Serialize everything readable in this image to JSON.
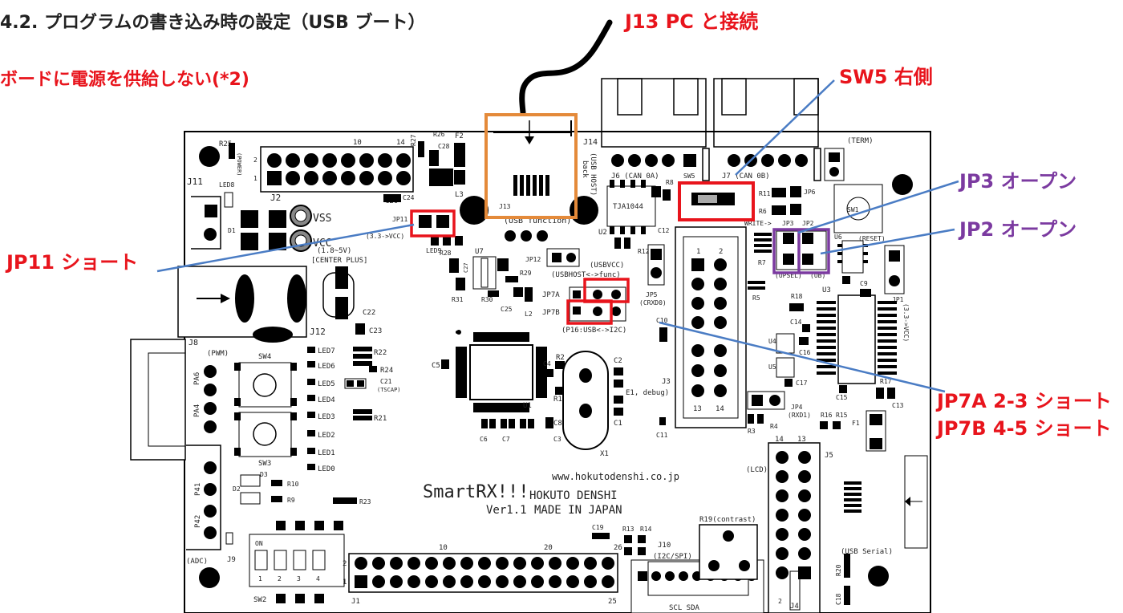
{
  "header": {
    "section_title": "4.2. プログラムの書き込み時の設定（USB ブート）",
    "power_note": "ボードに電源を供給しない(*2)"
  },
  "annotations": {
    "j13": "J13 PC と接続",
    "sw5": "SW5 右側",
    "jp3": "JP3 オープン",
    "jp2": "JP2 オープン",
    "jp11": "JP11 ショート",
    "jp7a": "JP7A 2-3 ショート",
    "jp7b": "JP7B 4-5 ショート"
  },
  "colors": {
    "title_text": "#222222",
    "annotation_red": "#e8141c",
    "leader_blue": "#4a7cc4",
    "highlight_orange": "#e48a3a",
    "highlight_purple": "#7b3aa0",
    "highlight_red": "#e8141c",
    "board_line": "#000000"
  },
  "board": {
    "product": "SmartRX!!!",
    "version": "Ver1.1",
    "maker": "HOKUTO DENSHI",
    "origin": "MADE IN JAPAN",
    "url": "www.hokutodenshi.co.jp",
    "labels": {
      "j11": "J11",
      "j2": "J2",
      "j1": "J1",
      "j3": "J3",
      "j4": "J4",
      "j5": "J5",
      "j6": "J6 (CAN 0A)",
      "j7": "J7 (CAN 0B)",
      "j8": "J8",
      "j9": "J9",
      "j10": "J10",
      "j12": "J12",
      "j13": "J13",
      "j14": "J14",
      "r25": "R25",
      "r26": "R26",
      "r27": "R27",
      "f2": "F2",
      "c28": "C28",
      "led8": "LED8",
      "power": "(POWER)",
      "c20": "C20",
      "c24": "C24",
      "l3": "L3",
      "vss": "VSS",
      "vcc": "VCC",
      "d1": "D1",
      "jp11": "JP11",
      "jp11_sub": "(3.3->VCC)",
      "led9": "LED9",
      "r28": "R28",
      "range": "(1.8~5V)",
      "center_plus": "[CENTER PLUS]",
      "c22": "C22",
      "c23": "C23",
      "usb_function": "(USB function)",
      "usb_host": "(USB HOST)",
      "back": "back",
      "u7": "U7",
      "c27": "C27",
      "r29": "R29",
      "r31": "R31",
      "r30": "R30",
      "c25": "C25",
      "l2": "L2",
      "jp12": "JP12",
      "usbvcc": "(USBVCC)",
      "usbhost_func": "(USBHOST<->func)",
      "jp7a": "JP7A",
      "jp7b": "JP7B",
      "p16": "(P16:USB<->I2C)",
      "jp5": "JP5",
      "crxd0": "(CRXD0)",
      "c10": "C10",
      "tja": "TJA1044",
      "u2": "U2",
      "c12": "C12",
      "r12": "R12",
      "r8": "R8",
      "sw5": "SW5",
      "r11": "R11",
      "r6": "R6",
      "jp6": "JP6",
      "term": "(TERM)",
      "sw1": "SW1",
      "write": "WRITE->",
      "jp3": "JP3",
      "jp2": "JP2",
      "reset": "(RESET)",
      "u6": "U6",
      "upsel": "(UPSEL)",
      "ub": "(UB)",
      "r7": "R7",
      "r5": "R5",
      "u3": "U3",
      "c9": "C9",
      "jp1": "JP1",
      "vcc33": "(3.3->VCC)",
      "r18": "R18",
      "c14": "C14",
      "u4": "U4",
      "c16": "C16",
      "u5": "U5",
      "c17": "C17",
      "c15": "C15",
      "r17": "R17",
      "c13": "C13",
      "jp4": "JP4",
      "rxd1": "(RXD1)",
      "r16": "R16",
      "r15": "R15",
      "f1": "F1",
      "r3": "R3",
      "r4": "R4",
      "c11": "C11",
      "lcd": "(LCD)",
      "c2": "C2",
      "e1": "E1, debug)",
      "c1": "C1",
      "x1": "X1",
      "r2": "R2",
      "c4": "C4",
      "r1": "R1",
      "c5": "C5",
      "u1": "U1",
      "c6": "C6",
      "c7": "C7",
      "c8": "C8",
      "c3": "C3",
      "pwm": "(PWM)",
      "sw4": "SW4",
      "sw3": "SW3",
      "pa4": "PA4",
      "pa6": "PA6",
      "led7": "LED7",
      "led6": "LED6",
      "led5": "LED5",
      "led4": "LED4",
      "led3": "LED3",
      "led2": "LED2",
      "led1": "LED1",
      "led0": "LED0",
      "r22": "R22",
      "r24": "R24",
      "c21": "C21",
      "tscap": "(TSCAP)",
      "r21": "R21",
      "d3": "D3",
      "d2": "D2",
      "r10": "R10",
      "r9": "R9",
      "r23": "R23",
      "p41": "P41",
      "p42": "P42",
      "adc": "(ADC)",
      "on": "ON",
      "sw2": "SW2",
      "c19": "C19",
      "r13": "R13",
      "r14": "R14",
      "i2cspi": "(I2C/SPI)",
      "scl_sda": "SCL SDA",
      "r19": "R19(contrast)",
      "usb_serial": "(USB Serial)",
      "r20": "R20",
      "c18": "C18",
      "n10": "10",
      "n14": "14",
      "n2": "2",
      "n1": "1",
      "n20": "20",
      "n26": "26",
      "n25": "25",
      "n13": "13",
      "n3": "3",
      "n4": "4"
    }
  }
}
